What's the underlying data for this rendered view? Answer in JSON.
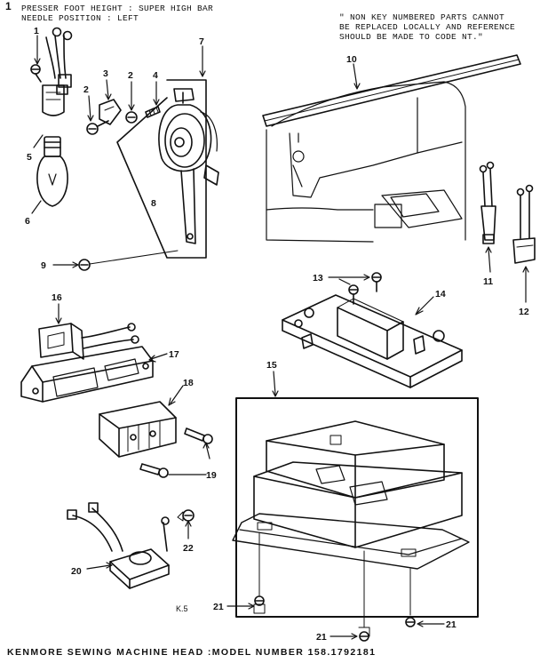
{
  "header": {
    "mark": "1",
    "presser_foot": "PRESSER FOOT HEIGHT : SUPER HIGH BAR",
    "needle_position": "NEEDLE POSITION : LEFT"
  },
  "note": {
    "line1": "\" NON KEY NUMBERED PARTS CANNOT",
    "line2": "BE REPLACED LOCALLY AND REFERENCE",
    "line3": "SHOULD BE MADE TO CODE NT.\""
  },
  "code_mark": "K.5",
  "footer": {
    "title": "KENMORE SEWING MACHINE HEAD :MODEL NUMBER 158.1792181"
  },
  "callouts": [
    "1",
    "2",
    "2",
    "3",
    "4",
    "5",
    "6",
    "7",
    "8",
    "9",
    "10",
    "11",
    "12",
    "13",
    "14",
    "15",
    "16",
    "17",
    "18",
    "19",
    "20",
    "21",
    "21",
    "21",
    "22"
  ]
}
